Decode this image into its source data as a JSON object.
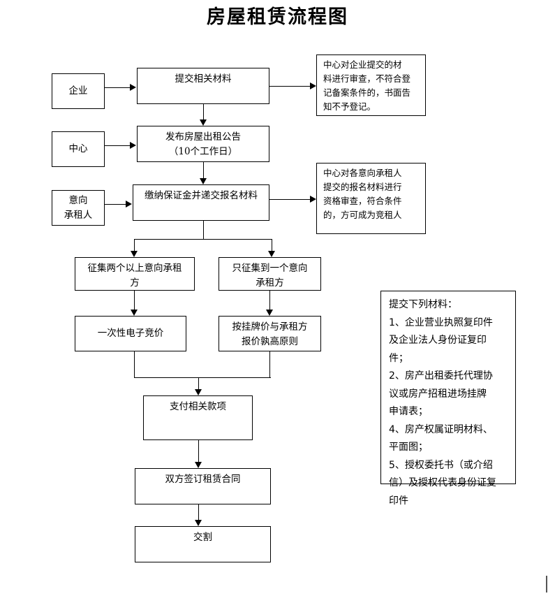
{
  "document": {
    "title": "房屋租赁流程图"
  },
  "actors": [
    {
      "id": "enterprise",
      "label": "企业"
    },
    {
      "id": "center",
      "label": "中心"
    },
    {
      "id": "intended_lessee",
      "label": "意向\n承租人"
    }
  ],
  "process_steps": [
    {
      "id": "submit_materials",
      "label": "提交相关材料"
    },
    {
      "id": "publish_notice",
      "label": "发布房屋出租公告\n（10个工作日）"
    },
    {
      "id": "pay_deposit",
      "label": "缴纳保证金并递交报名材料"
    },
    {
      "id": "branch_multi",
      "label": "征集两个以上意向承租\n方"
    },
    {
      "id": "branch_single",
      "label": "只征集到一个意向\n承租方"
    },
    {
      "id": "electronic_bidding",
      "label": "一次性电子竞价"
    },
    {
      "id": "listing_price_rule",
      "label": "按挂牌价与承租方\n报价孰高原则"
    },
    {
      "id": "pay_amounts",
      "label": "支付相关款项"
    },
    {
      "id": "sign_contract",
      "label": "双方签订租赁合同"
    },
    {
      "id": "handover",
      "label": "交割"
    }
  ],
  "notes": [
    {
      "id": "review_note",
      "text": "中心对企业提交的材\n料进行审查，不符合登\n记备案条件的，书面告\n知不予登记。"
    },
    {
      "id": "qualification_note",
      "text": "中心对各意向承租人\n提交的报名材料进行\n资格审查，符合条件\n的，方可成为竞租人"
    }
  ],
  "materials_panel": {
    "id": "materials_list",
    "text": "提交下列材料：\n1、企业营业执照复印件\n及企业法人身份证复印\n件；\n2、房产出租委托代理协\n议或房产招租进场挂牌\n申请表；\n4、房产权属证明材料、\n平面图；\n5、授权委托书（或介绍\n信）及授权代表身份证复\n印件"
  },
  "colors": {
    "background": "#ffffff",
    "stroke": "#000000",
    "text": "#000000",
    "caret": "#555555"
  }
}
